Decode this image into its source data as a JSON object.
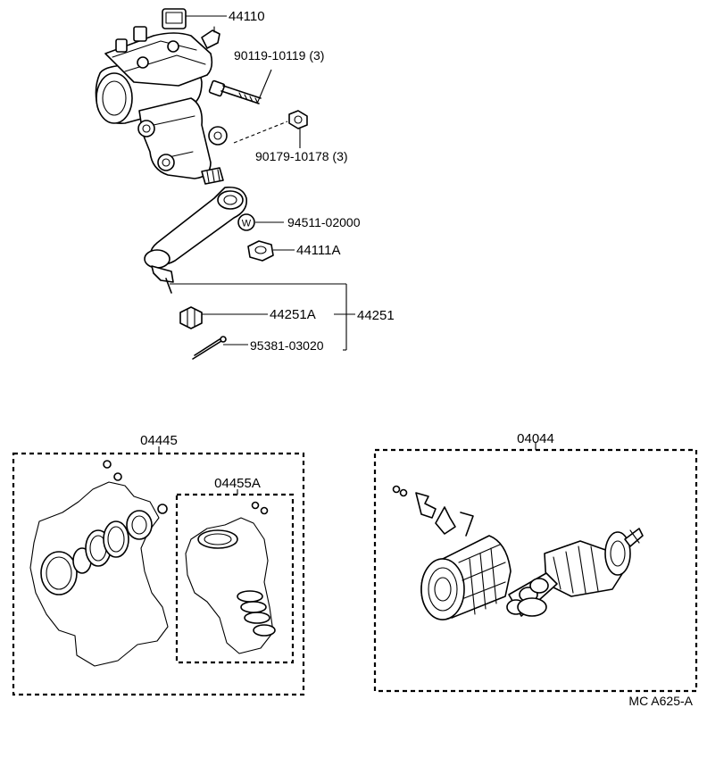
{
  "diagram": {
    "code": "MC A625-A",
    "labels": {
      "gear_housing": "44110",
      "bolt": "90119-10119 (3)",
      "nut_3": "90179-10178 (3)",
      "washer": "94511-02000",
      "arm_nut": "44111A",
      "castle_nut": "44251A",
      "tie_rod_end": "44251",
      "cotter_pin": "95381-03020",
      "gasket_kit": "04445",
      "gasket_kit_sub": "04455A",
      "boot_kit": "04044"
    },
    "symbols": {
      "washer_mark": "W"
    }
  }
}
